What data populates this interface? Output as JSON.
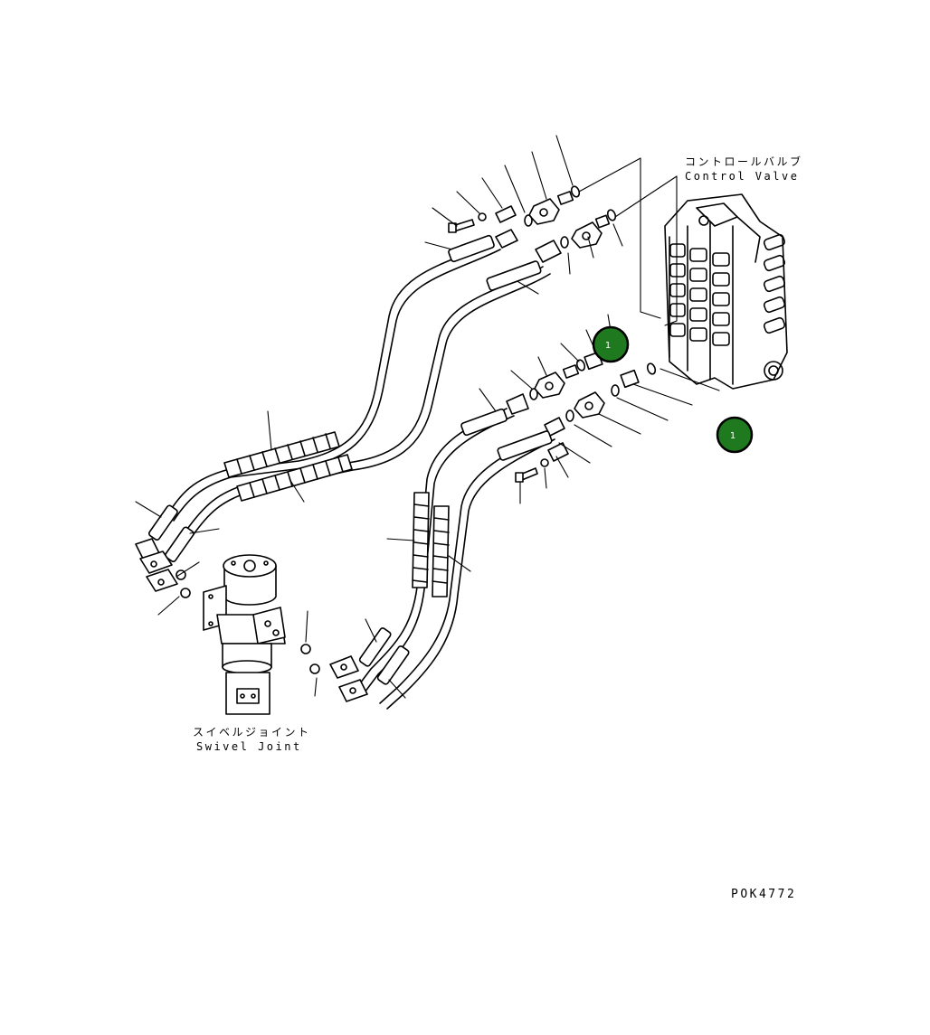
{
  "labels": {
    "control_valve_jp": "コントロールバルブ",
    "control_valve_en": "Control Valve",
    "swivel_joint_jp": "スイベルジョイント",
    "swivel_joint_en": "Swivel Joint",
    "drawing_number": "POK4772"
  },
  "callouts": [
    {
      "number": "1"
    },
    {
      "number": "1"
    }
  ],
  "colors": {
    "line": "#000000",
    "background": "#ffffff",
    "callout_fill": "#1f7a1f",
    "callout_border": "#000000",
    "callout_text": "#ffffff"
  }
}
